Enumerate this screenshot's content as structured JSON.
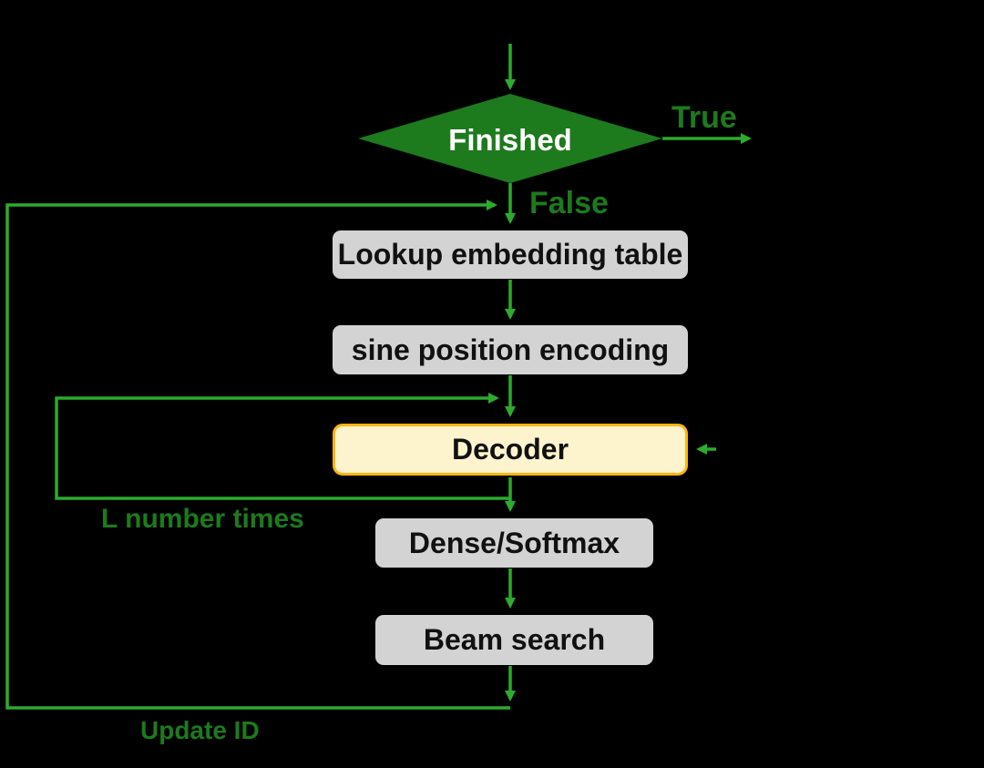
{
  "diagram": {
    "decision": {
      "label": "Finished"
    },
    "branches": {
      "true_label": "True",
      "false_label": "False"
    },
    "nodes": [
      {
        "id": "lookup",
        "label": "Lookup embedding table"
      },
      {
        "id": "sine",
        "label": "sine position encoding"
      },
      {
        "id": "decoder",
        "label": "Decoder"
      },
      {
        "id": "dense",
        "label": "Dense/Softmax"
      },
      {
        "id": "beam",
        "label": "Beam search"
      }
    ],
    "loops": {
      "inner_label": "L number times",
      "outer_label": "Update ID"
    }
  },
  "colors": {
    "background": "#000000",
    "connector_green": "#2cab2c",
    "dark_green": "#1d7a1d",
    "diamond_fill": "#1d7a1d",
    "box_gray": "#d3d3d3",
    "box_text": "#111111",
    "decoder_fill": "#fdf3cd",
    "decoder_border": "#fcb514",
    "decision_text": "#ffffff"
  }
}
